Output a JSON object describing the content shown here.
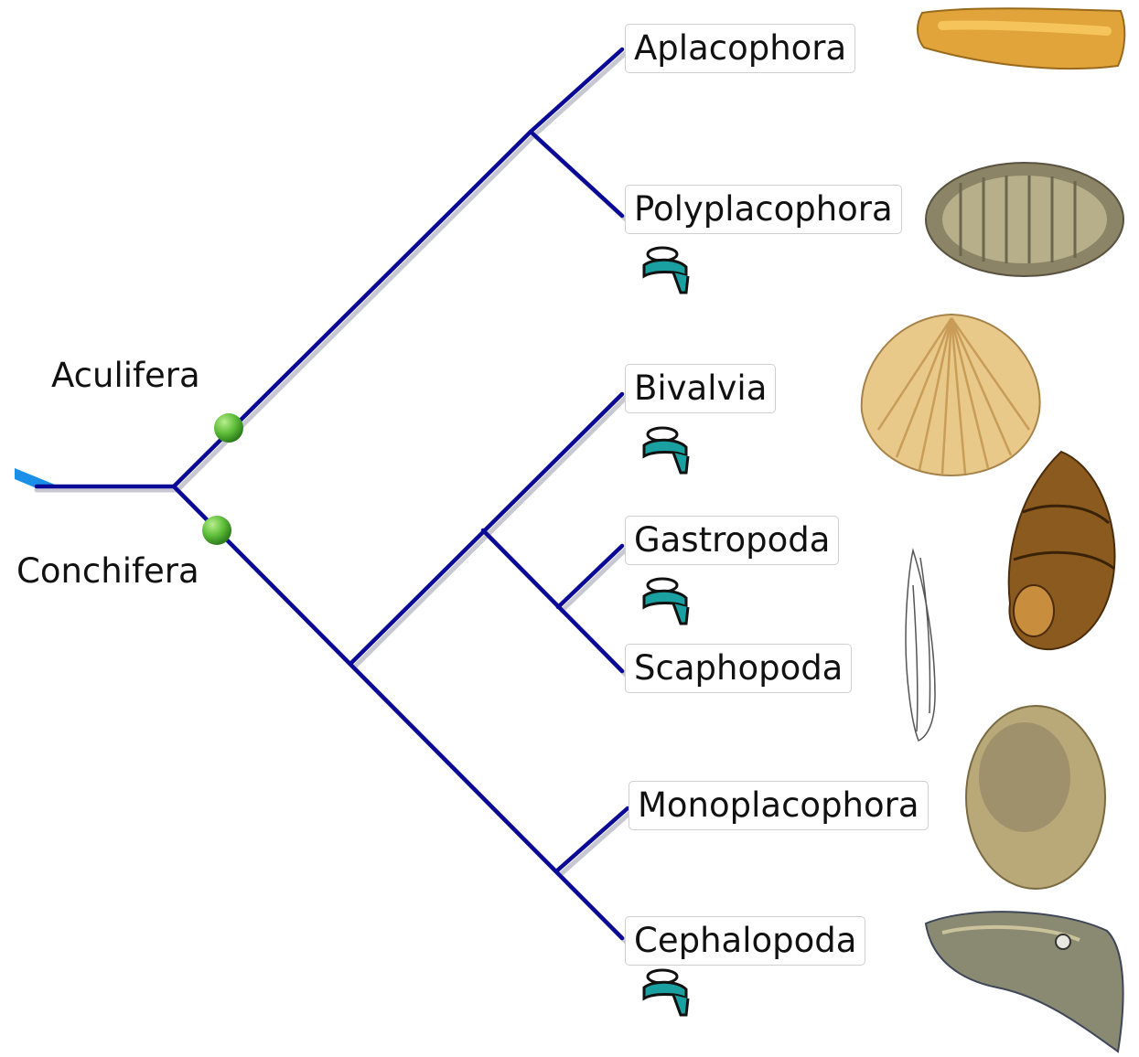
{
  "clades": {
    "aculifera": "Aculifera",
    "conchifera": "Conchifera"
  },
  "taxa": [
    {
      "label": "Aplacophora",
      "has_icon": false,
      "image": "aplacophora-worm"
    },
    {
      "label": "Polyplacophora",
      "has_icon": true,
      "image": "chiton"
    },
    {
      "label": "Bivalvia",
      "has_icon": true,
      "image": "clam-shell"
    },
    {
      "label": "Gastropoda",
      "has_icon": true,
      "image": "snail-shell"
    },
    {
      "label": "Scaphopoda",
      "has_icon": false,
      "image": "tusk-shell-drawing"
    },
    {
      "label": "Monoplacophora",
      "has_icon": false,
      "image": "monoplacophoran-shell"
    },
    {
      "label": "Cephalopoda",
      "has_icon": true,
      "image": "cuttlefish"
    }
  ],
  "icon_name": "taxon-link-icon",
  "colors": {
    "branch": "#0a0a96",
    "branch_shadow": "#c8c8d2",
    "root_accent": "#1a8fe8",
    "node_marker": "#5fbf3a",
    "box_border": "#cfcfcf"
  }
}
